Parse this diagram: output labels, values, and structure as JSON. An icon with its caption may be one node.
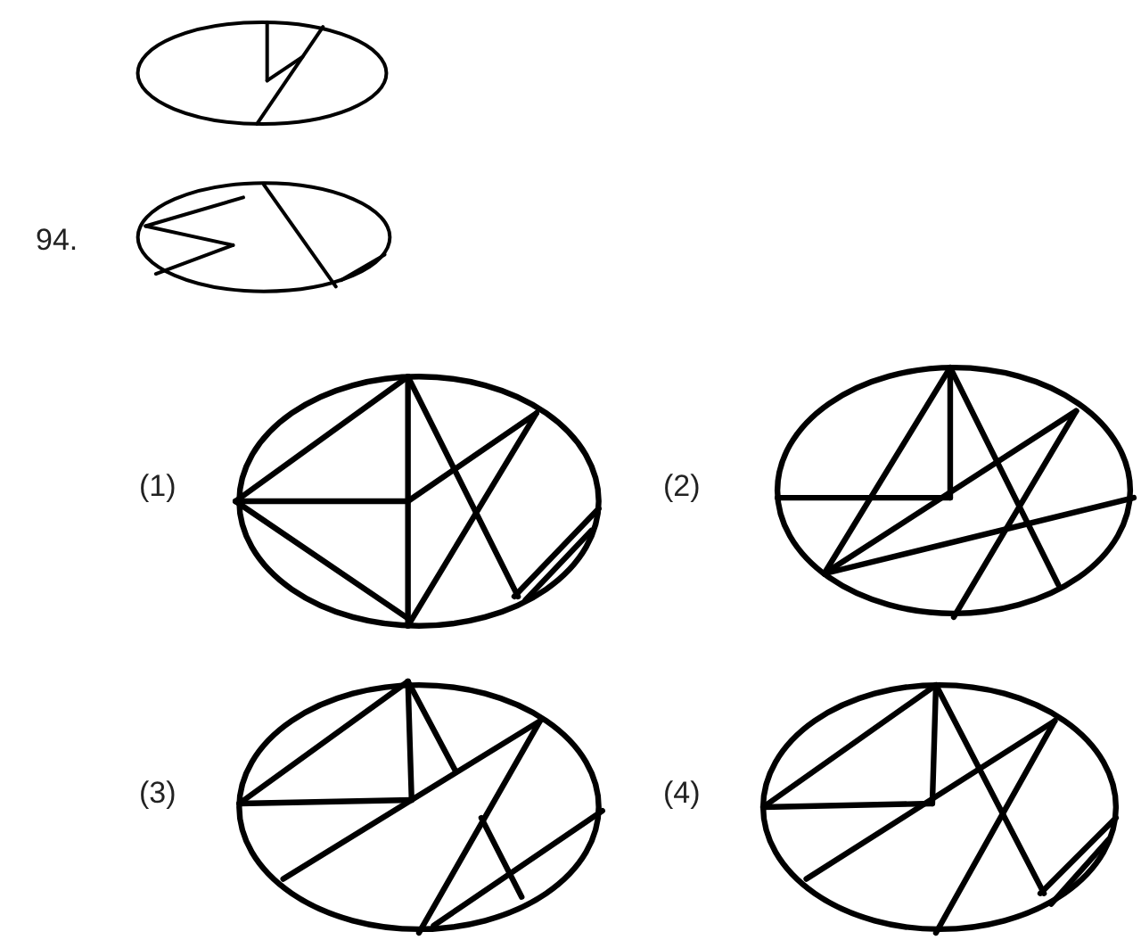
{
  "diagram": {
    "labels": [
      "94.",
      "(1)",
      "(2)",
      "(3)",
      "(4)"
    ]
  }
}
